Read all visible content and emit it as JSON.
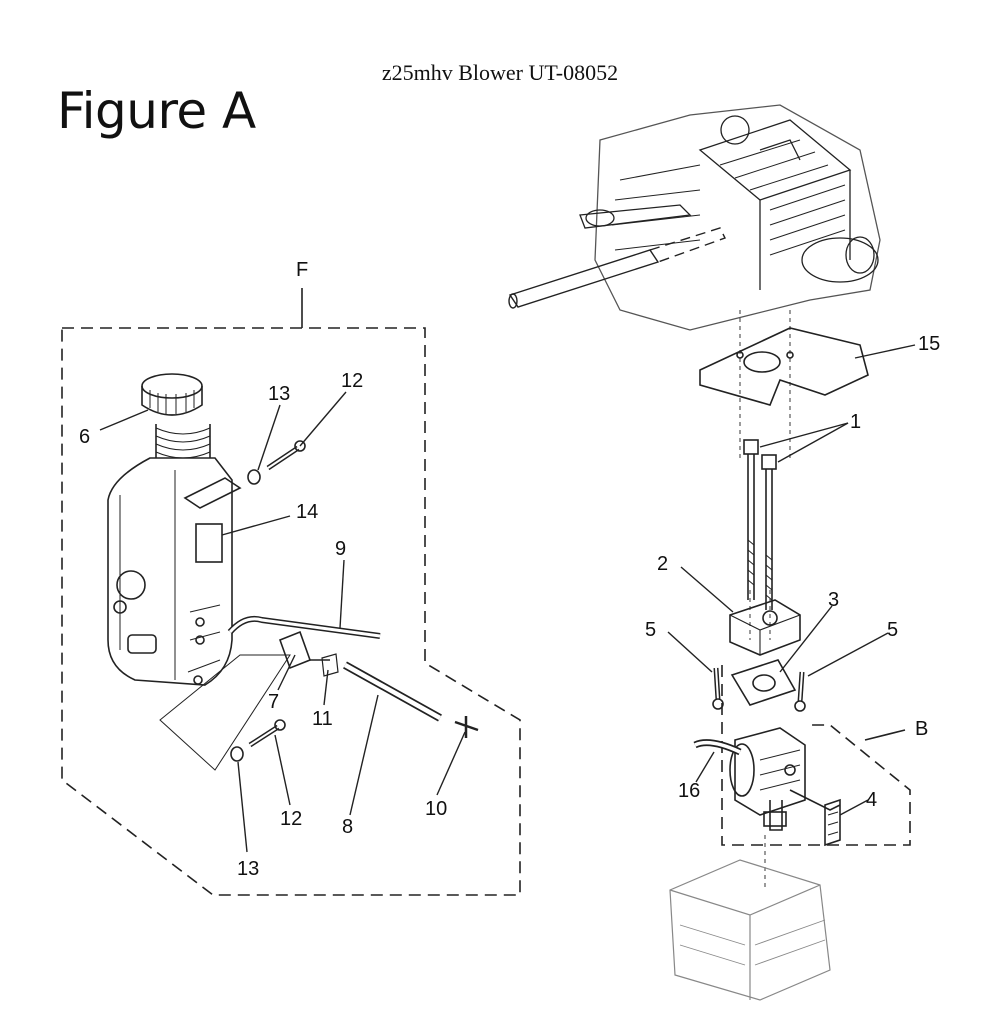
{
  "title": "z25mhv Blower UT-08052",
  "figure_label": "Figure A",
  "groups": {
    "fuel_tank": "F",
    "carburetor": "B"
  },
  "callouts": [
    "6",
    "13",
    "12",
    "14",
    "9",
    "7",
    "11",
    "8",
    "10",
    "12",
    "13",
    "15",
    "1",
    "2",
    "3",
    "5",
    "5",
    "16",
    "4"
  ]
}
